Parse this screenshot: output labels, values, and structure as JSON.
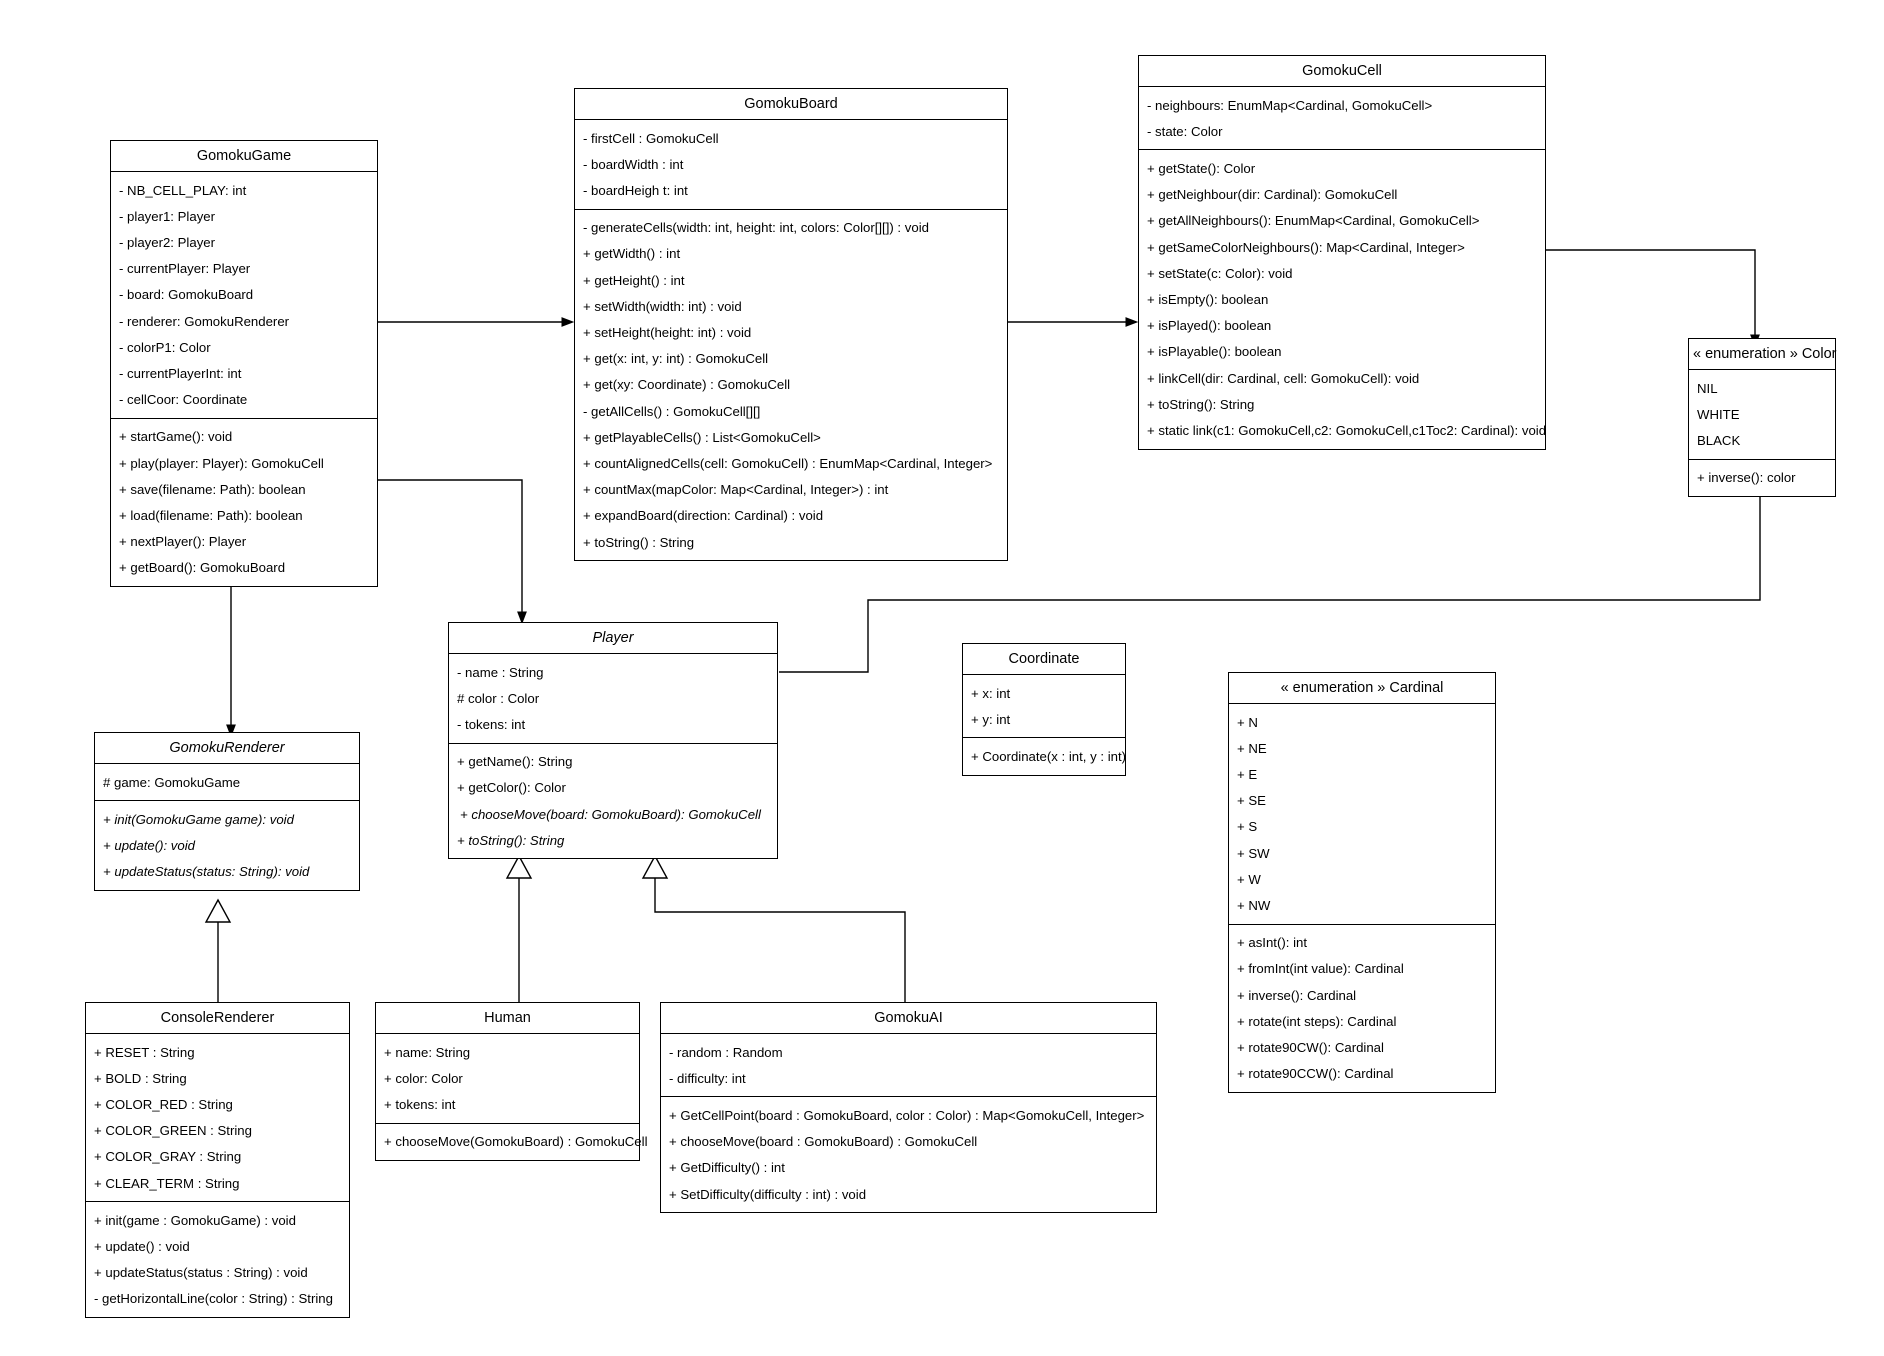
{
  "diagram": {
    "type": "uml-class-diagram",
    "title": "Gomoku Class Diagram"
  },
  "classes": {
    "gomokugame": {
      "name": "GomokuGame",
      "abstract": false,
      "attributes": [
        "- NB_CELL_PLAY: int",
        "- player1: Player",
        "- player2: Player",
        "- currentPlayer: Player",
        "- board: GomokuBoard",
        "- renderer: GomokuRenderer",
        "- colorP1: Color",
        "- currentPlayerInt: int",
        "- cellCoor: Coordinate"
      ],
      "methods": [
        "+ startGame(): void",
        "+ play(player: Player): GomokuCell",
        "+ save(filename: Path): boolean",
        "+ load(filename: Path): boolean",
        "+ nextPlayer(): Player",
        "+ getBoard(): GomokuBoard"
      ]
    },
    "gomokuboard": {
      "name": "GomokuBoard",
      "abstract": false,
      "attributes": [
        "- firstCell : GomokuCell",
        "- boardWidth : int",
        "- boardHeigh t: int"
      ],
      "methods": [
        "- generateCells(width: int, height: int, colors: Color[][]) : void",
        "+ getWidth() : int",
        "+ getHeight() : int",
        "+ setWidth(width: int) : void",
        "+ setHeight(height: int) : void",
        "+ get(x: int, y: int) : GomokuCell",
        "+ get(xy: Coordinate) : GomokuCell",
        "- getAllCells() : GomokuCell[][]",
        "+ getPlayableCells() : List<GomokuCell>",
        "+ countAlignedCells(cell: GomokuCell) : EnumMap<Cardinal, Integer>",
        "+ countMax(mapColor: Map<Cardinal, Integer>) : int",
        "+ expandBoard(direction: Cardinal) : void",
        "+ toString() : String"
      ]
    },
    "gomokucell": {
      "name": "GomokuCell",
      "abstract": false,
      "attributes": [
        "- neighbours: EnumMap<Cardinal, GomokuCell>",
        "- state: Color"
      ],
      "methods": [
        "+ getState(): Color",
        "+ getNeighbour(dir: Cardinal): GomokuCell",
        "+ getAllNeighbours(): EnumMap<Cardinal, GomokuCell>",
        "+ getSameColorNeighbours(): Map<Cardinal, Integer>",
        "+ setState(c: Color): void",
        "+ isEmpty(): boolean",
        "+ isPlayed(): boolean",
        "+ isPlayable(): boolean",
        "+ linkCell(dir: Cardinal, cell: GomokuCell): void",
        "+ toString(): String",
        "+ static link(c1: GomokuCell,c2: GomokuCell,c1Toc2: Cardinal): void"
      ]
    },
    "color_enum": {
      "name": "« enumeration » Color",
      "abstract": false,
      "attributes": [
        "NIL",
        "WHITE",
        "BLACK"
      ],
      "methods": [
        "+ inverse(): color"
      ]
    },
    "player": {
      "name": "Player",
      "abstract": true,
      "attributes": [
        "- name : String",
        "# color : Color",
        "- tokens: int"
      ],
      "methods": [
        "+ getName(): String",
        "+ getColor(): Color",
        "+ chooseMove(board: GomokuBoard): GomokuCell",
        "+ toString(): String"
      ],
      "abstract_methods": [
        2,
        3
      ]
    },
    "coordinate": {
      "name": "Coordinate",
      "abstract": false,
      "attributes": [
        "+ x: int",
        "+ y: int"
      ],
      "methods": [
        "+ Coordinate(x : int, y : int)"
      ]
    },
    "cardinal_enum": {
      "name": "« enumeration » Cardinal",
      "abstract": false,
      "attributes": [
        "+ N",
        "+ NE",
        "+ E",
        "+ SE",
        "+ S",
        "+ SW",
        "+ W",
        "+ NW"
      ],
      "methods": [
        "+ asInt(): int",
        "+ fromInt(int value): Cardinal",
        "+ inverse(): Cardinal",
        "+ rotate(int steps): Cardinal",
        "+ rotate90CW(): Cardinal",
        "+ rotate90CCW(): Cardinal"
      ]
    },
    "gomokurenderer": {
      "name": "GomokuRenderer",
      "abstract": true,
      "attributes": [
        "# game: GomokuGame"
      ],
      "methods": [
        "+ init(GomokuGame game): void",
        "+ update(): void",
        "+ updateStatus(status: String): void"
      ],
      "abstract_methods": [
        0,
        1,
        2
      ]
    },
    "consolerenderer": {
      "name": "ConsoleRenderer",
      "abstract": false,
      "attributes": [
        "+ RESET : String",
        "+ BOLD : String",
        "+ COLOR_RED : String",
        "+ COLOR_GREEN : String",
        "+ COLOR_GRAY : String",
        "+ CLEAR_TERM : String"
      ],
      "methods": [
        "+ init(game : GomokuGame) : void",
        "+ update() : void",
        "+ updateStatus(status : String) : void",
        "- getHorizontalLine(color : String) : String"
      ]
    },
    "human": {
      "name": "Human",
      "abstract": false,
      "attributes": [
        "+ name: String",
        "+ color: Color",
        "+ tokens: int"
      ],
      "methods": [
        "+ chooseMove(GomokuBoard) : GomokuCell"
      ]
    },
    "gomokuai": {
      "name": "GomokuAI",
      "abstract": false,
      "attributes": [
        "- random : Random",
        "- difficulty: int"
      ],
      "methods": [
        "+ GetCellPoint(board : GomokuBoard, color : Color) : Map<GomokuCell, Integer>",
        "+ chooseMove(board : GomokuBoard) : GomokuCell",
        "+ GetDifficulty() : int",
        "+ SetDifficulty(difficulty : int) : void"
      ]
    }
  },
  "relationships": [
    {
      "from": "GomokuGame",
      "to": "GomokuBoard",
      "type": "association"
    },
    {
      "from": "GomokuBoard",
      "to": "GomokuCell",
      "type": "association"
    },
    {
      "from": "GomokuCell",
      "to": "Color",
      "type": "association"
    },
    {
      "from": "GomokuGame",
      "to": "GomokuRenderer",
      "type": "association"
    },
    {
      "from": "GomokuBoard",
      "to": "Player",
      "type": "association"
    },
    {
      "from": "Player",
      "to": "Color",
      "type": "association"
    },
    {
      "from": "ConsoleRenderer",
      "to": "GomokuRenderer",
      "type": "generalization"
    },
    {
      "from": "Human",
      "to": "Player",
      "type": "generalization"
    },
    {
      "from": "GomokuAI",
      "to": "Player",
      "type": "generalization"
    }
  ],
  "style": {
    "line_color": "#000000",
    "box_fill": "#ffffff",
    "text_color": "#000000"
  }
}
